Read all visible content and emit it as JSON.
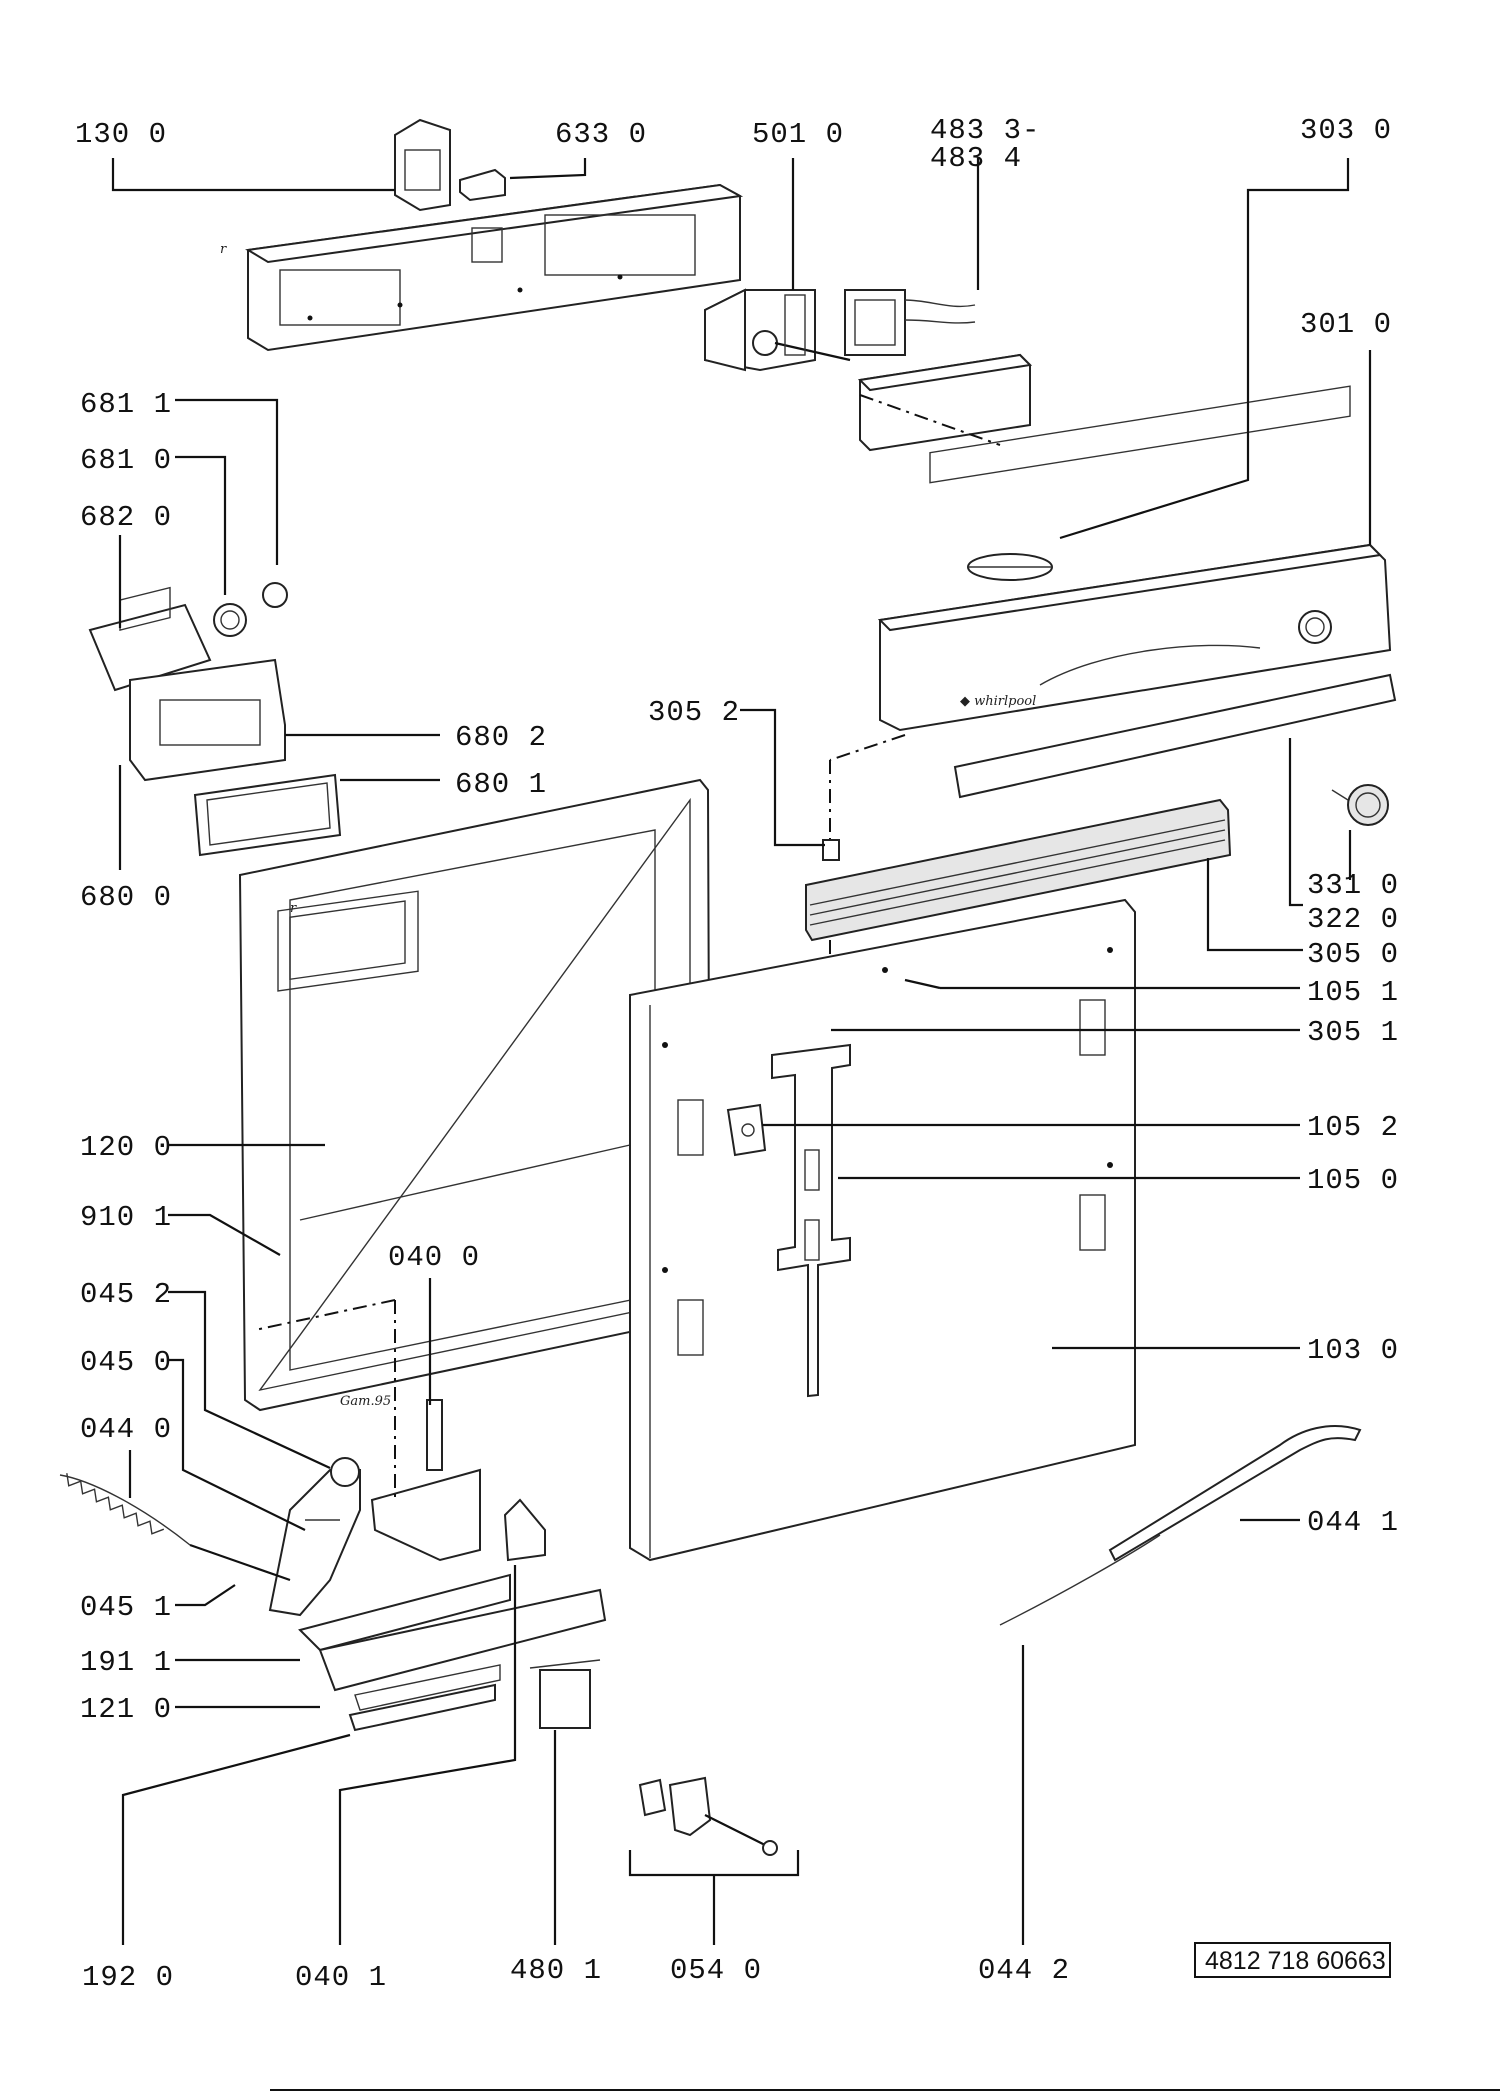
{
  "document_number": "4812 718 60663",
  "margin_note": "Gam.95",
  "labels": {
    "l1300": "130 0",
    "l6330": "633 0",
    "l5010": "501 0",
    "l4833": "483 3-",
    "l4834": "483 4",
    "l3030": "303 0",
    "l3010": "301 0",
    "l6811": "681 1",
    "l6810": "681 0",
    "l6820": "682 0",
    "l6802": "680 2",
    "l6801": "680 1",
    "l6800": "680 0",
    "l3052": "305 2",
    "l3310": "331 0",
    "l3220": "322 0",
    "l3050": "305 0",
    "l1051": "105 1",
    "l3051": "305 1",
    "l1052": "105 2",
    "l1050": "105 0",
    "l1200": "120 0",
    "l9101": "910 1",
    "l0400": "040 0",
    "l0452": "045 2",
    "l0450": "045 0",
    "l0440": "044 0",
    "l1030": "103 0",
    "l0441": "044 1",
    "l0451": "045 1",
    "l1911": "191 1",
    "l1210": "121 0",
    "l1920": "192 0",
    "l0401": "040 1",
    "l4801": "480 1",
    "l0540": "054 0",
    "l0442": "044 2"
  },
  "colors": {
    "ink": "#111111",
    "paper": "#ffffff",
    "shade": "#e6e6e6"
  }
}
